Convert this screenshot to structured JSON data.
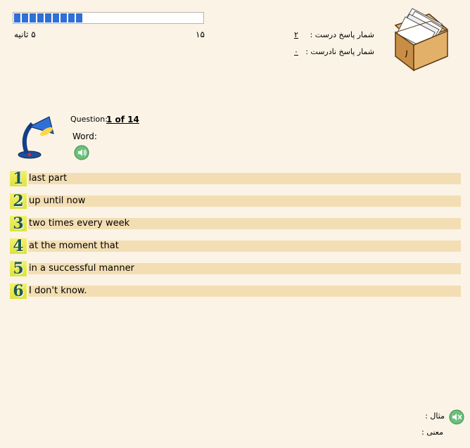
{
  "timer": {
    "progress_percent": 33,
    "segments": 9,
    "elapsed_label": "۵ ثانیه",
    "total_label": "۱۵"
  },
  "stats": {
    "correct_label": "شمار پاسخ درست :",
    "correct_value": "۲",
    "incorrect_label": "شمار پاسخ نادرست :",
    "incorrect_value": "۰"
  },
  "card_box": {
    "icon": "card-box-icon",
    "digit": "۱"
  },
  "question": {
    "label": "Question:",
    "value": "1 of 14",
    "word_label": "Word:"
  },
  "options": [
    {
      "num": "1",
      "text": "last part"
    },
    {
      "num": "2",
      "text": "up until now"
    },
    {
      "num": "3",
      "text": "two times every week"
    },
    {
      "num": "4",
      "text": "at the moment that"
    },
    {
      "num": "5",
      "text": "in a successful manner"
    },
    {
      "num": "6",
      "text": "I don't know."
    }
  ],
  "footer": {
    "example_label": "مثال :",
    "meaning_label": "معنی :"
  },
  "colors": {
    "background": "#fbf3e6",
    "option_bar": "#f3deb4",
    "progress": "#2f6fd6"
  }
}
